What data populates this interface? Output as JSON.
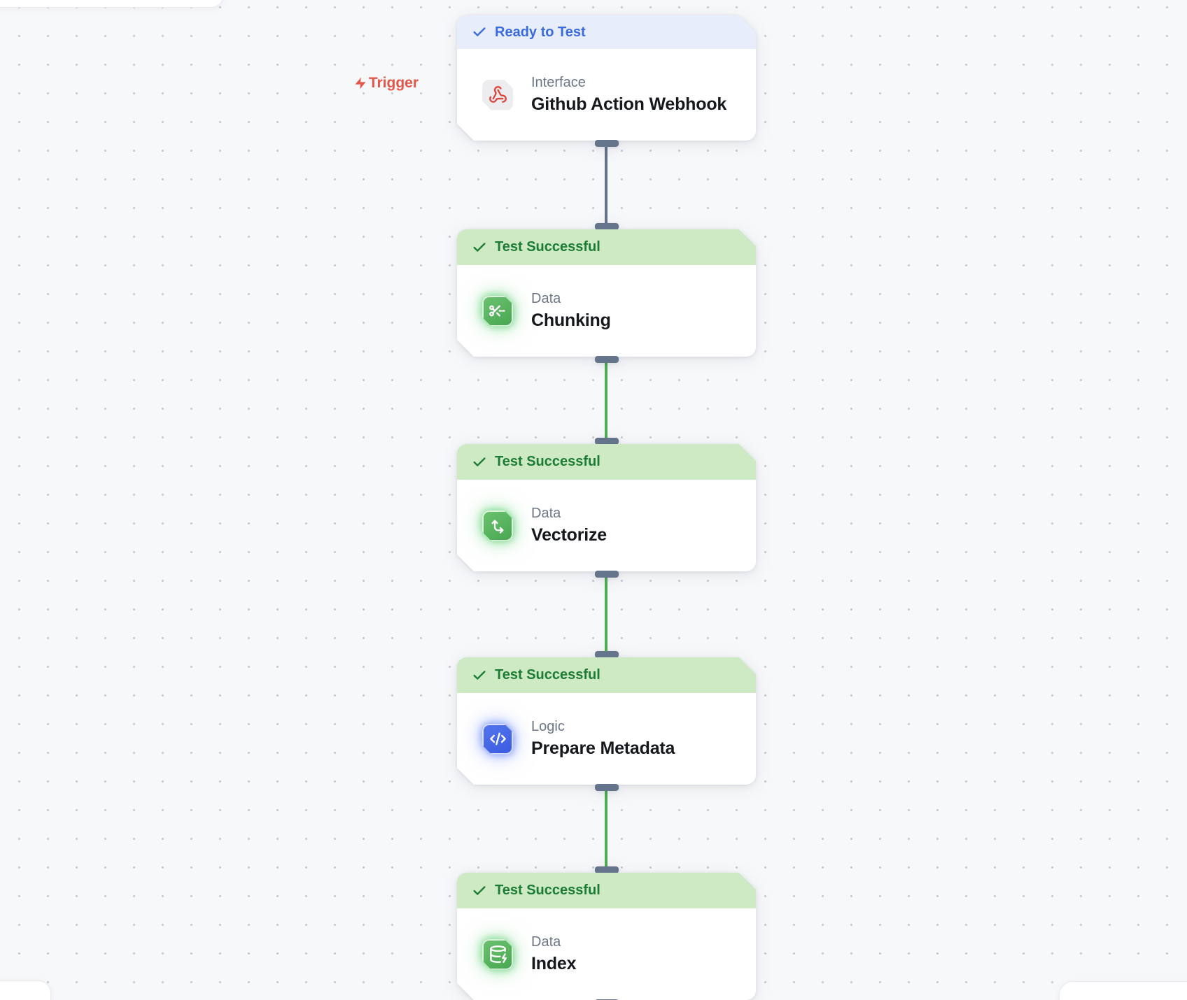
{
  "canvas": {
    "background_color": "#f7f8fa",
    "dot_color": "#c7cbd3",
    "trigger": {
      "label": "Trigger",
      "icon": "zap-icon",
      "color": "#e4564a"
    }
  },
  "status_colors": {
    "ready": {
      "bg": "#e8edfb",
      "text": "#3b6be0"
    },
    "success": {
      "bg": "#cdeac5",
      "text": "#1d7c33"
    }
  },
  "connector_colors": {
    "pending": "#64748b",
    "success": "#4fae53"
  },
  "nodes": [
    {
      "status_label": "Ready to Test",
      "status": "ready",
      "category": "Interface",
      "title": "Github Action Webhook",
      "icon": "webhook-icon",
      "icon_color": "#d9453c"
    },
    {
      "status_label": "Test Successful",
      "status": "success",
      "category": "Data",
      "title": "Chunking",
      "icon": "scissors-dashed-icon",
      "icon_color": "#55b45b"
    },
    {
      "status_label": "Test Successful",
      "status": "success",
      "category": "Data",
      "title": "Vectorize",
      "icon": "vector-arrows-icon",
      "icon_color": "#55b45b"
    },
    {
      "status_label": "Test Successful",
      "status": "success",
      "category": "Logic",
      "title": "Prepare Metadata",
      "icon": "code-icon",
      "icon_color": "#4468e8"
    },
    {
      "status_label": "Test Successful",
      "status": "success",
      "category": "Data",
      "title": "Index",
      "icon": "database-zap-icon",
      "icon_color": "#55b45b"
    }
  ]
}
